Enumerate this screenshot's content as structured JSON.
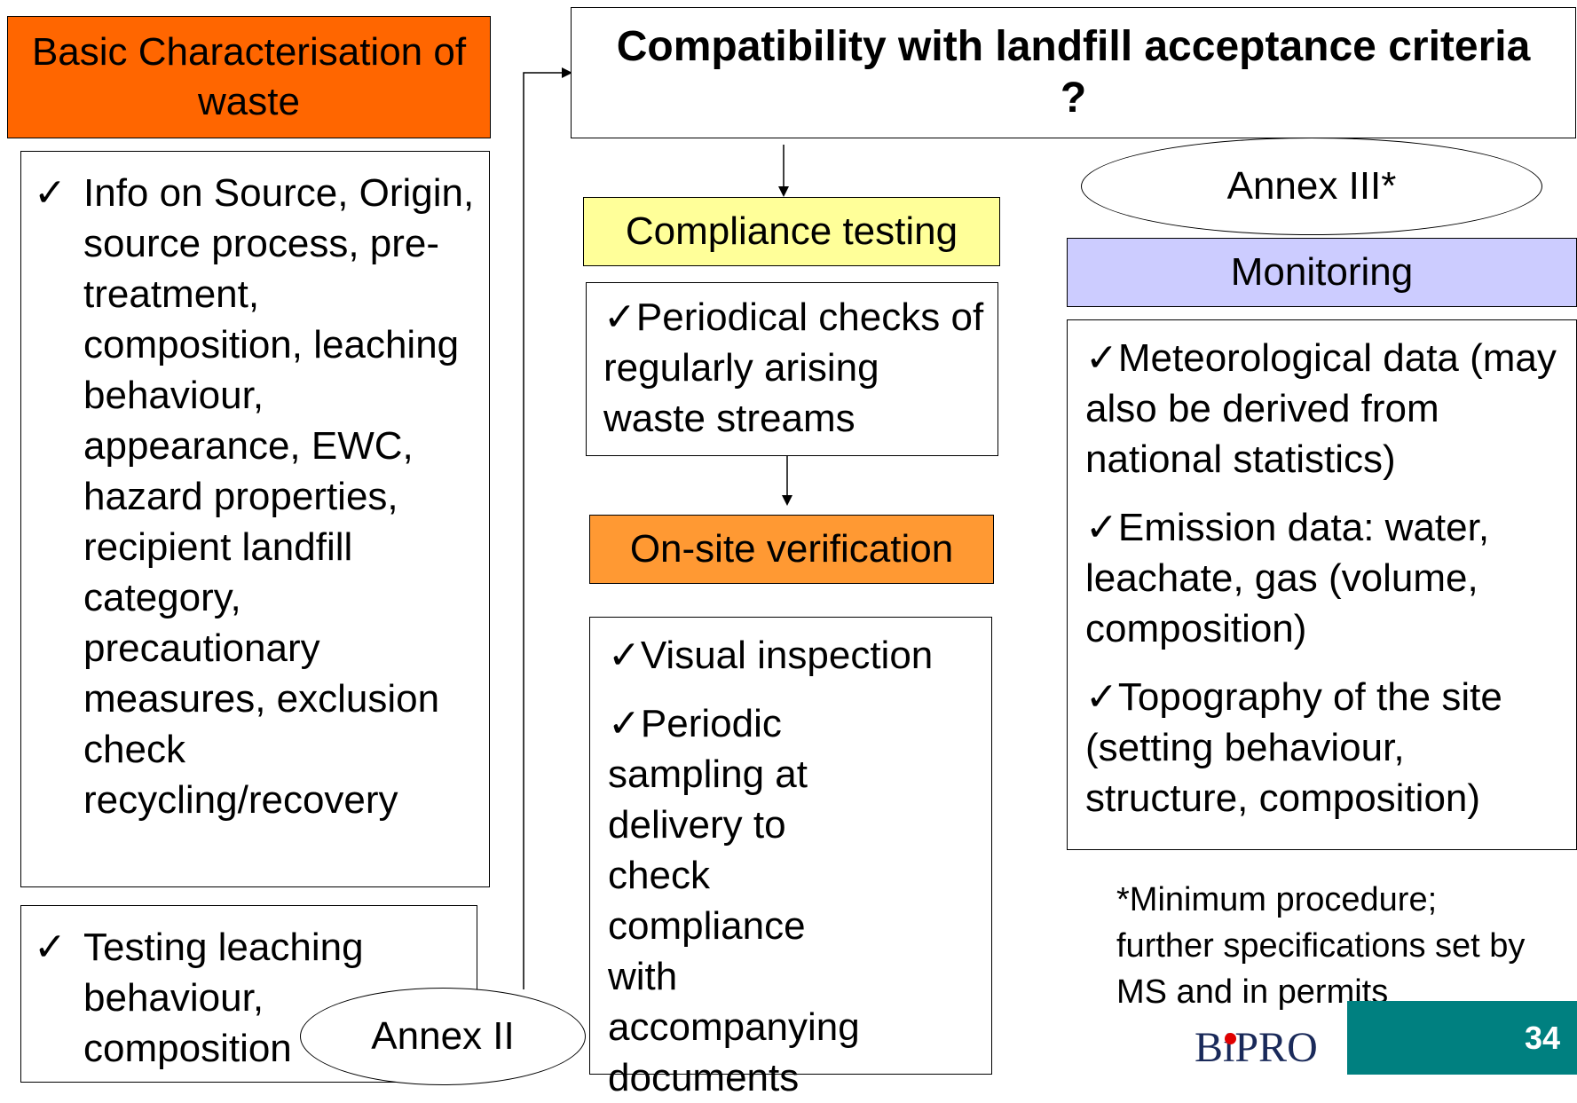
{
  "basic": {
    "title": "Basic Characterisation of waste",
    "items": [
      "Info on Source, Origin, source process, pre-treatment, composition, leaching behaviour, appearance, EWC, hazard properties, recipient landfill category, precautionary measures, exclusion check recycling/recovery"
    ],
    "testing": "Testing leaching behaviour, composition",
    "color": "#FF6600"
  },
  "annex2": "Annex II",
  "compat": {
    "title": "Compatibility with landfill acceptance criteria ?"
  },
  "compliance": {
    "title": "Compliance testing",
    "color": "#FFFF99",
    "item": "Periodical checks of regularly arising waste streams"
  },
  "onsite": {
    "title": "On-site verification",
    "color": "#FF9933",
    "items": [
      "Visual inspection",
      "Periodic sampling at delivery to check compliance with accompanying documents"
    ]
  },
  "annex3": "Annex III*",
  "monitoring": {
    "title": "Monitoring",
    "color": "#CCCCFF",
    "items": [
      "Meteorological data (may also be derived from national statistics)",
      "Emission data:  water, leachate, gas (volume, composition)",
      "Topography of the site (setting behaviour, structure, composition)"
    ]
  },
  "footnote": "*Minimum procedure; further specifications set by MS and in permits",
  "logo": "BiPRO",
  "page_number": "34",
  "check_mark": "✓",
  "accent": "#008080"
}
